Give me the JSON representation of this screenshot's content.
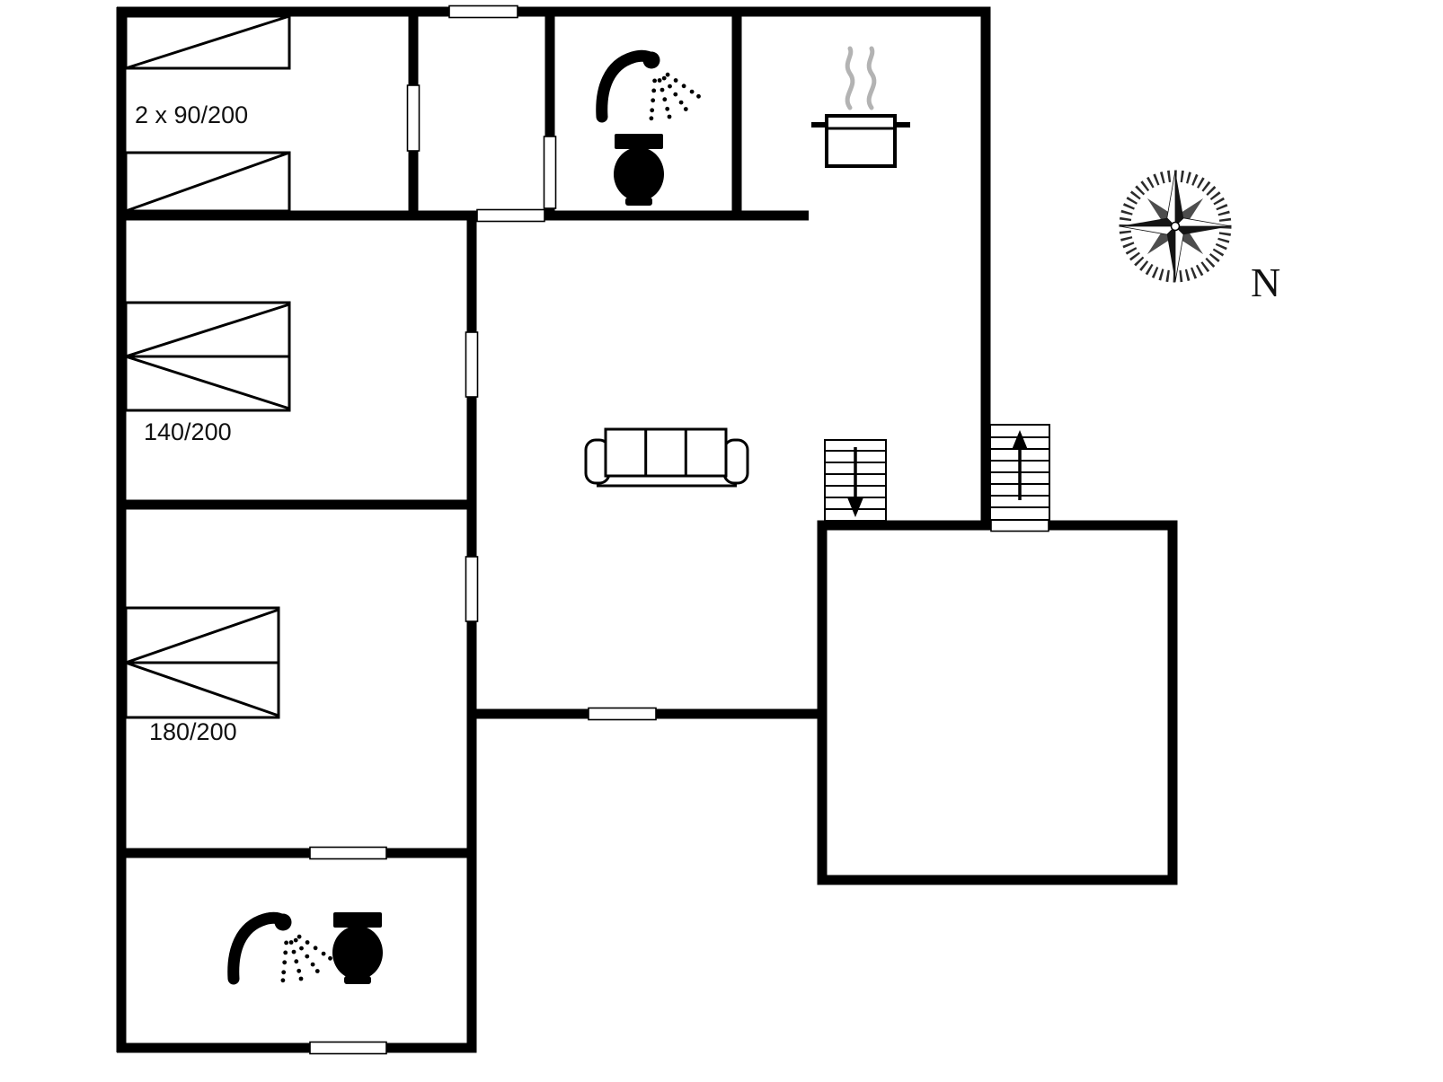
{
  "diagram": {
    "type": "floor-plan",
    "wall_color": "#000000",
    "background_color": "#ffffff",
    "steam_color": "#b3b3b3"
  },
  "labels": {
    "bedroom_top_beds": "2 x 90/200",
    "bedroom_middle_bed": "140/200",
    "bedroom_bottom_bed": "180/200",
    "compass_north": "N"
  },
  "icons": {
    "shower_bathroom_top": "shower-icon",
    "toilet_bathroom_top": "toilet-icon",
    "cooking_pot_kitchen": "cooking-pot-icon",
    "sofa_living_room": "sofa-icon",
    "stairs_down_living_room": "stairs-down-icon",
    "stairs_up_terrace": "stairs-up-icon",
    "shower_bathroom_bottom": "shower-icon",
    "toilet_bathroom_bottom": "toilet-icon",
    "compass_rose": "compass-rose-icon"
  }
}
